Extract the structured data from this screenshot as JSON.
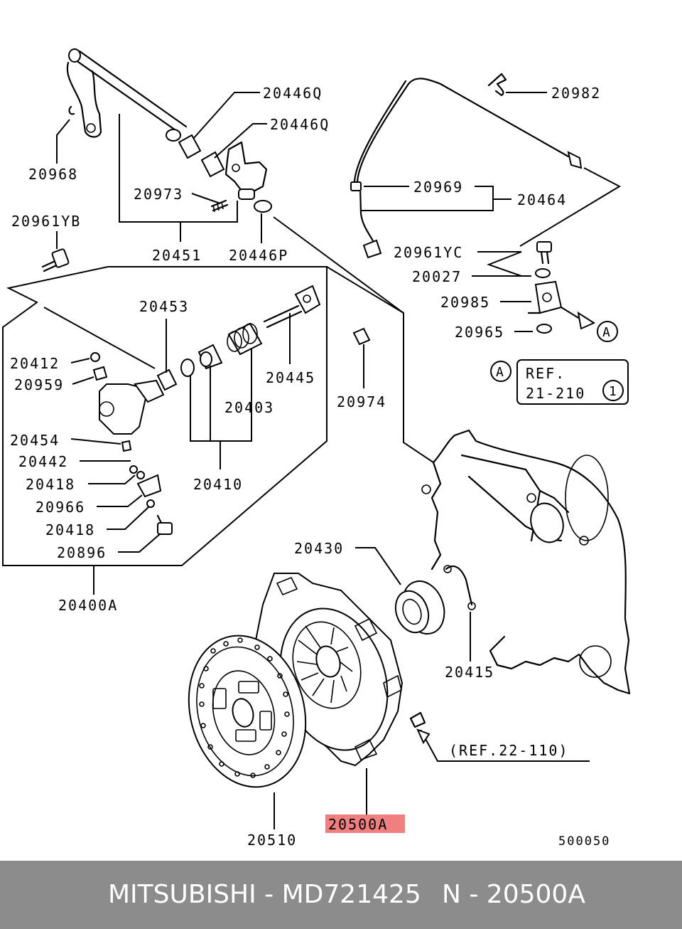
{
  "labels": {
    "l20446q_1": "20446Q",
    "l20446q_2": "20446Q",
    "l20968": "20968",
    "l20973": "20973",
    "l20961yb": "20961YB",
    "l20451": "20451",
    "l20446p": "20446P",
    "l20982": "20982",
    "l20969": "20969",
    "l20464": "20464",
    "l20961yc": "20961YC",
    "l20027": "20027",
    "l20985": "20985",
    "l20965": "20965",
    "l20453": "20453",
    "l20412": "20412",
    "l20959": "20959",
    "l20445": "20445",
    "l20403": "20403",
    "l20974": "20974",
    "l20454": "20454",
    "l20442": "20442",
    "l20418_1": "20418",
    "l20966": "20966",
    "l20418_2": "20418",
    "l20896": "20896",
    "l20410": "20410",
    "l20400a": "20400A",
    "l20430": "20430",
    "l20415": "20415",
    "l20510": "20510",
    "l20500a": "20500A",
    "ref_a_marker": "A",
    "ref_a_box_marker": "A",
    "ref_box_line1": "REF.",
    "ref_box_line2": "21-210",
    "ref_box_circle": "1",
    "ref_22_110": "(REF.22-110)",
    "diagram_no": "500050"
  },
  "highlight_color": "#f08080",
  "footer": {
    "left_text": "MITSUBISHI - MD721425",
    "right_text": "N - 20500A"
  }
}
